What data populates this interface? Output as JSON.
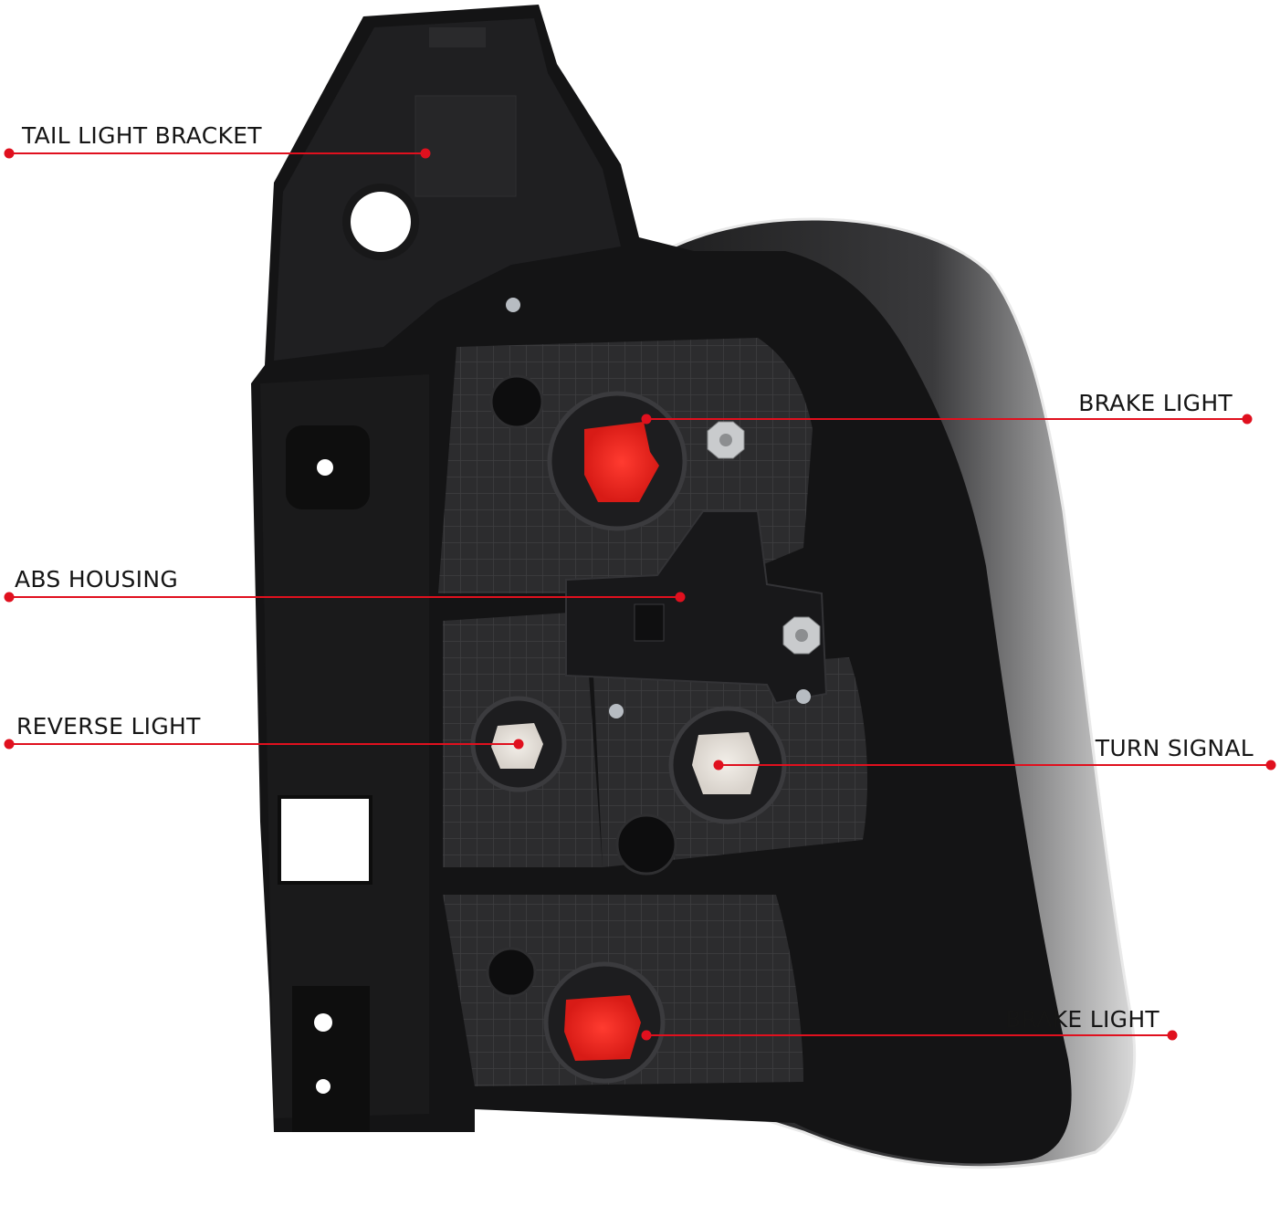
{
  "diagram": {
    "accent_color": "#e0101e",
    "callouts": [
      {
        "id": "tail-light-bracket",
        "text": "TAIL LIGHT BRACKET"
      },
      {
        "id": "brake-light-upper",
        "text": "BRAKE LIGHT"
      },
      {
        "id": "abs-housing",
        "text": "ABS HOUSING"
      },
      {
        "id": "reverse-light",
        "text": "REVERSE LIGHT"
      },
      {
        "id": "turn-signal",
        "text": "TURN SIGNAL"
      },
      {
        "id": "brake-light-lower",
        "text": "BRAKE LIGHT"
      }
    ]
  }
}
